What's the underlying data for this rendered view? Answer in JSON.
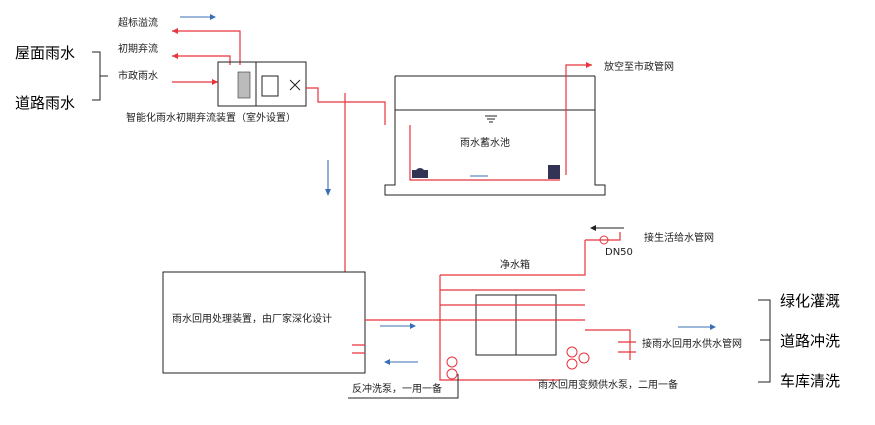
{
  "sources": {
    "roof_rainwater": "屋面雨水",
    "road_rainwater": "道路雨水"
  },
  "inlet_lines": {
    "overflow": "超标溢流",
    "first_flush": "初期弃流",
    "municipal": "市政雨水"
  },
  "diversion_device": "智能化雨水初期弃流装置（室外设置）",
  "tank": {
    "label": "雨水蓄水池",
    "vent": "放空至市政管网"
  },
  "treatment_device": "雨水回用处理装置，由厂家深化设计",
  "clean_tank": {
    "label": "净水箱",
    "domestic_supply": "接生活给水管网",
    "dn": "DN50",
    "reuse_network": "接雨水回用水供水管网"
  },
  "pumps": {
    "backwash": "反冲洗泵，一用一备",
    "vfd_supply": "雨水回用变频供水泵，二用一备"
  },
  "uses": {
    "greening": "绿化灌溉",
    "road_washing": "道路冲洗",
    "garage_cleaning": "车库清洗"
  },
  "colors": {
    "pipe": "#e8343d",
    "flow_arrow": "#3a6fb5",
    "outline": "#222222"
  }
}
